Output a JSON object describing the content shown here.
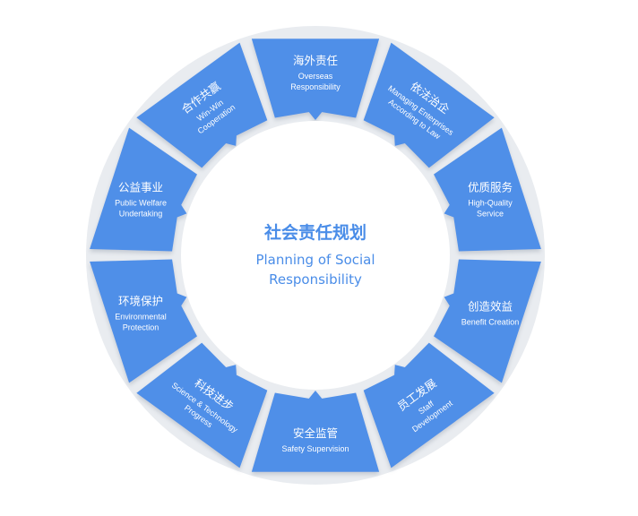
{
  "center": {
    "title_cn": "社会责任规划",
    "title_en_line1": "Planning of Social",
    "title_en_line2": "Responsibility"
  },
  "colors": {
    "segment_fill": "#4f8fe8",
    "ring_background": "#e6e9ee",
    "segment_shadow": "#c8ccd3",
    "center_text": "#4a8de8"
  },
  "segments": [
    {
      "cn": "海外责任",
      "en": [
        "Overseas",
        "Responsibility"
      ]
    },
    {
      "cn": "依法治企",
      "en": [
        "Managing Enterprises",
        "According to Law"
      ]
    },
    {
      "cn": "优质服务",
      "en": [
        "High-Quality",
        "Service"
      ]
    },
    {
      "cn": "创造效益",
      "en": [
        "Benefit Creation"
      ]
    },
    {
      "cn": "员工发展",
      "en": [
        "Staff",
        "Development"
      ]
    },
    {
      "cn": "安全监管",
      "en": [
        "Safety Supervision"
      ]
    },
    {
      "cn": "科技进步",
      "en": [
        "Science & Technology",
        "Progress"
      ]
    },
    {
      "cn": "环境保护",
      "en": [
        "Environmental",
        "Protection"
      ]
    },
    {
      "cn": "公益事业",
      "en": [
        "Public Welfare",
        "Undertaking"
      ]
    },
    {
      "cn": "合作共赢",
      "en": [
        "Win-Win",
        "Cooperation"
      ]
    }
  ]
}
